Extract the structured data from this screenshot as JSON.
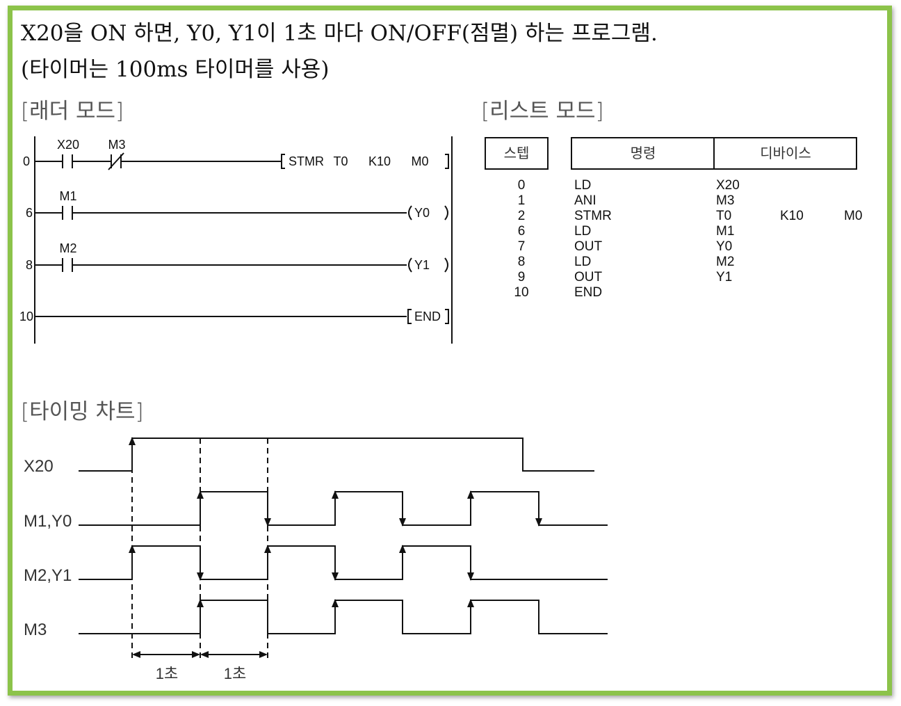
{
  "title_line1": "X20을 ON 하면, Y0, Y1이 1초 마다 ON/OFF(점멸) 하는 프로그램.",
  "title_line2": "(타이머는 100ms 타이머를 사용)",
  "ladder": {
    "section_label": "[래더 모드]",
    "rungs": [
      {
        "step": "0",
        "contacts": [
          "X20",
          "M3"
        ],
        "instruction": [
          "STMR",
          "T0",
          "K10",
          "M0"
        ]
      },
      {
        "step": "6",
        "contacts": [
          "M1"
        ],
        "coil": "Y0"
      },
      {
        "step": "8",
        "contacts": [
          "M2"
        ],
        "coil": "Y1"
      },
      {
        "step": "10",
        "end": "END"
      }
    ]
  },
  "list": {
    "section_label": "[리스트 모드]",
    "headers": [
      "스텝",
      "명령",
      "디바이스"
    ],
    "rows": [
      {
        "step": "0",
        "cmd": "LD",
        "dev": "X20",
        "extra1": "",
        "extra2": ""
      },
      {
        "step": "1",
        "cmd": "ANI",
        "dev": "M3",
        "extra1": "",
        "extra2": ""
      },
      {
        "step": "2",
        "cmd": "STMR",
        "dev": "T0",
        "extra1": "K10",
        "extra2": "M0"
      },
      {
        "step": "6",
        "cmd": "LD",
        "dev": "M1",
        "extra1": "",
        "extra2": ""
      },
      {
        "step": "7",
        "cmd": "OUT",
        "dev": "Y0",
        "extra1": "",
        "extra2": ""
      },
      {
        "step": "8",
        "cmd": "LD",
        "dev": "M2",
        "extra1": "",
        "extra2": ""
      },
      {
        "step": "9",
        "cmd": "OUT",
        "dev": "Y1",
        "extra1": "",
        "extra2": ""
      },
      {
        "step": "10",
        "cmd": "END",
        "dev": "",
        "extra1": "",
        "extra2": ""
      }
    ]
  },
  "timing": {
    "section_label": "[타이밍 차트]",
    "signals": [
      {
        "name": "X20"
      },
      {
        "name": "M1,Y0"
      },
      {
        "name": "M2,Y1"
      },
      {
        "name": "M3"
      }
    ],
    "interval_labels": [
      "1초",
      "1초"
    ]
  }
}
